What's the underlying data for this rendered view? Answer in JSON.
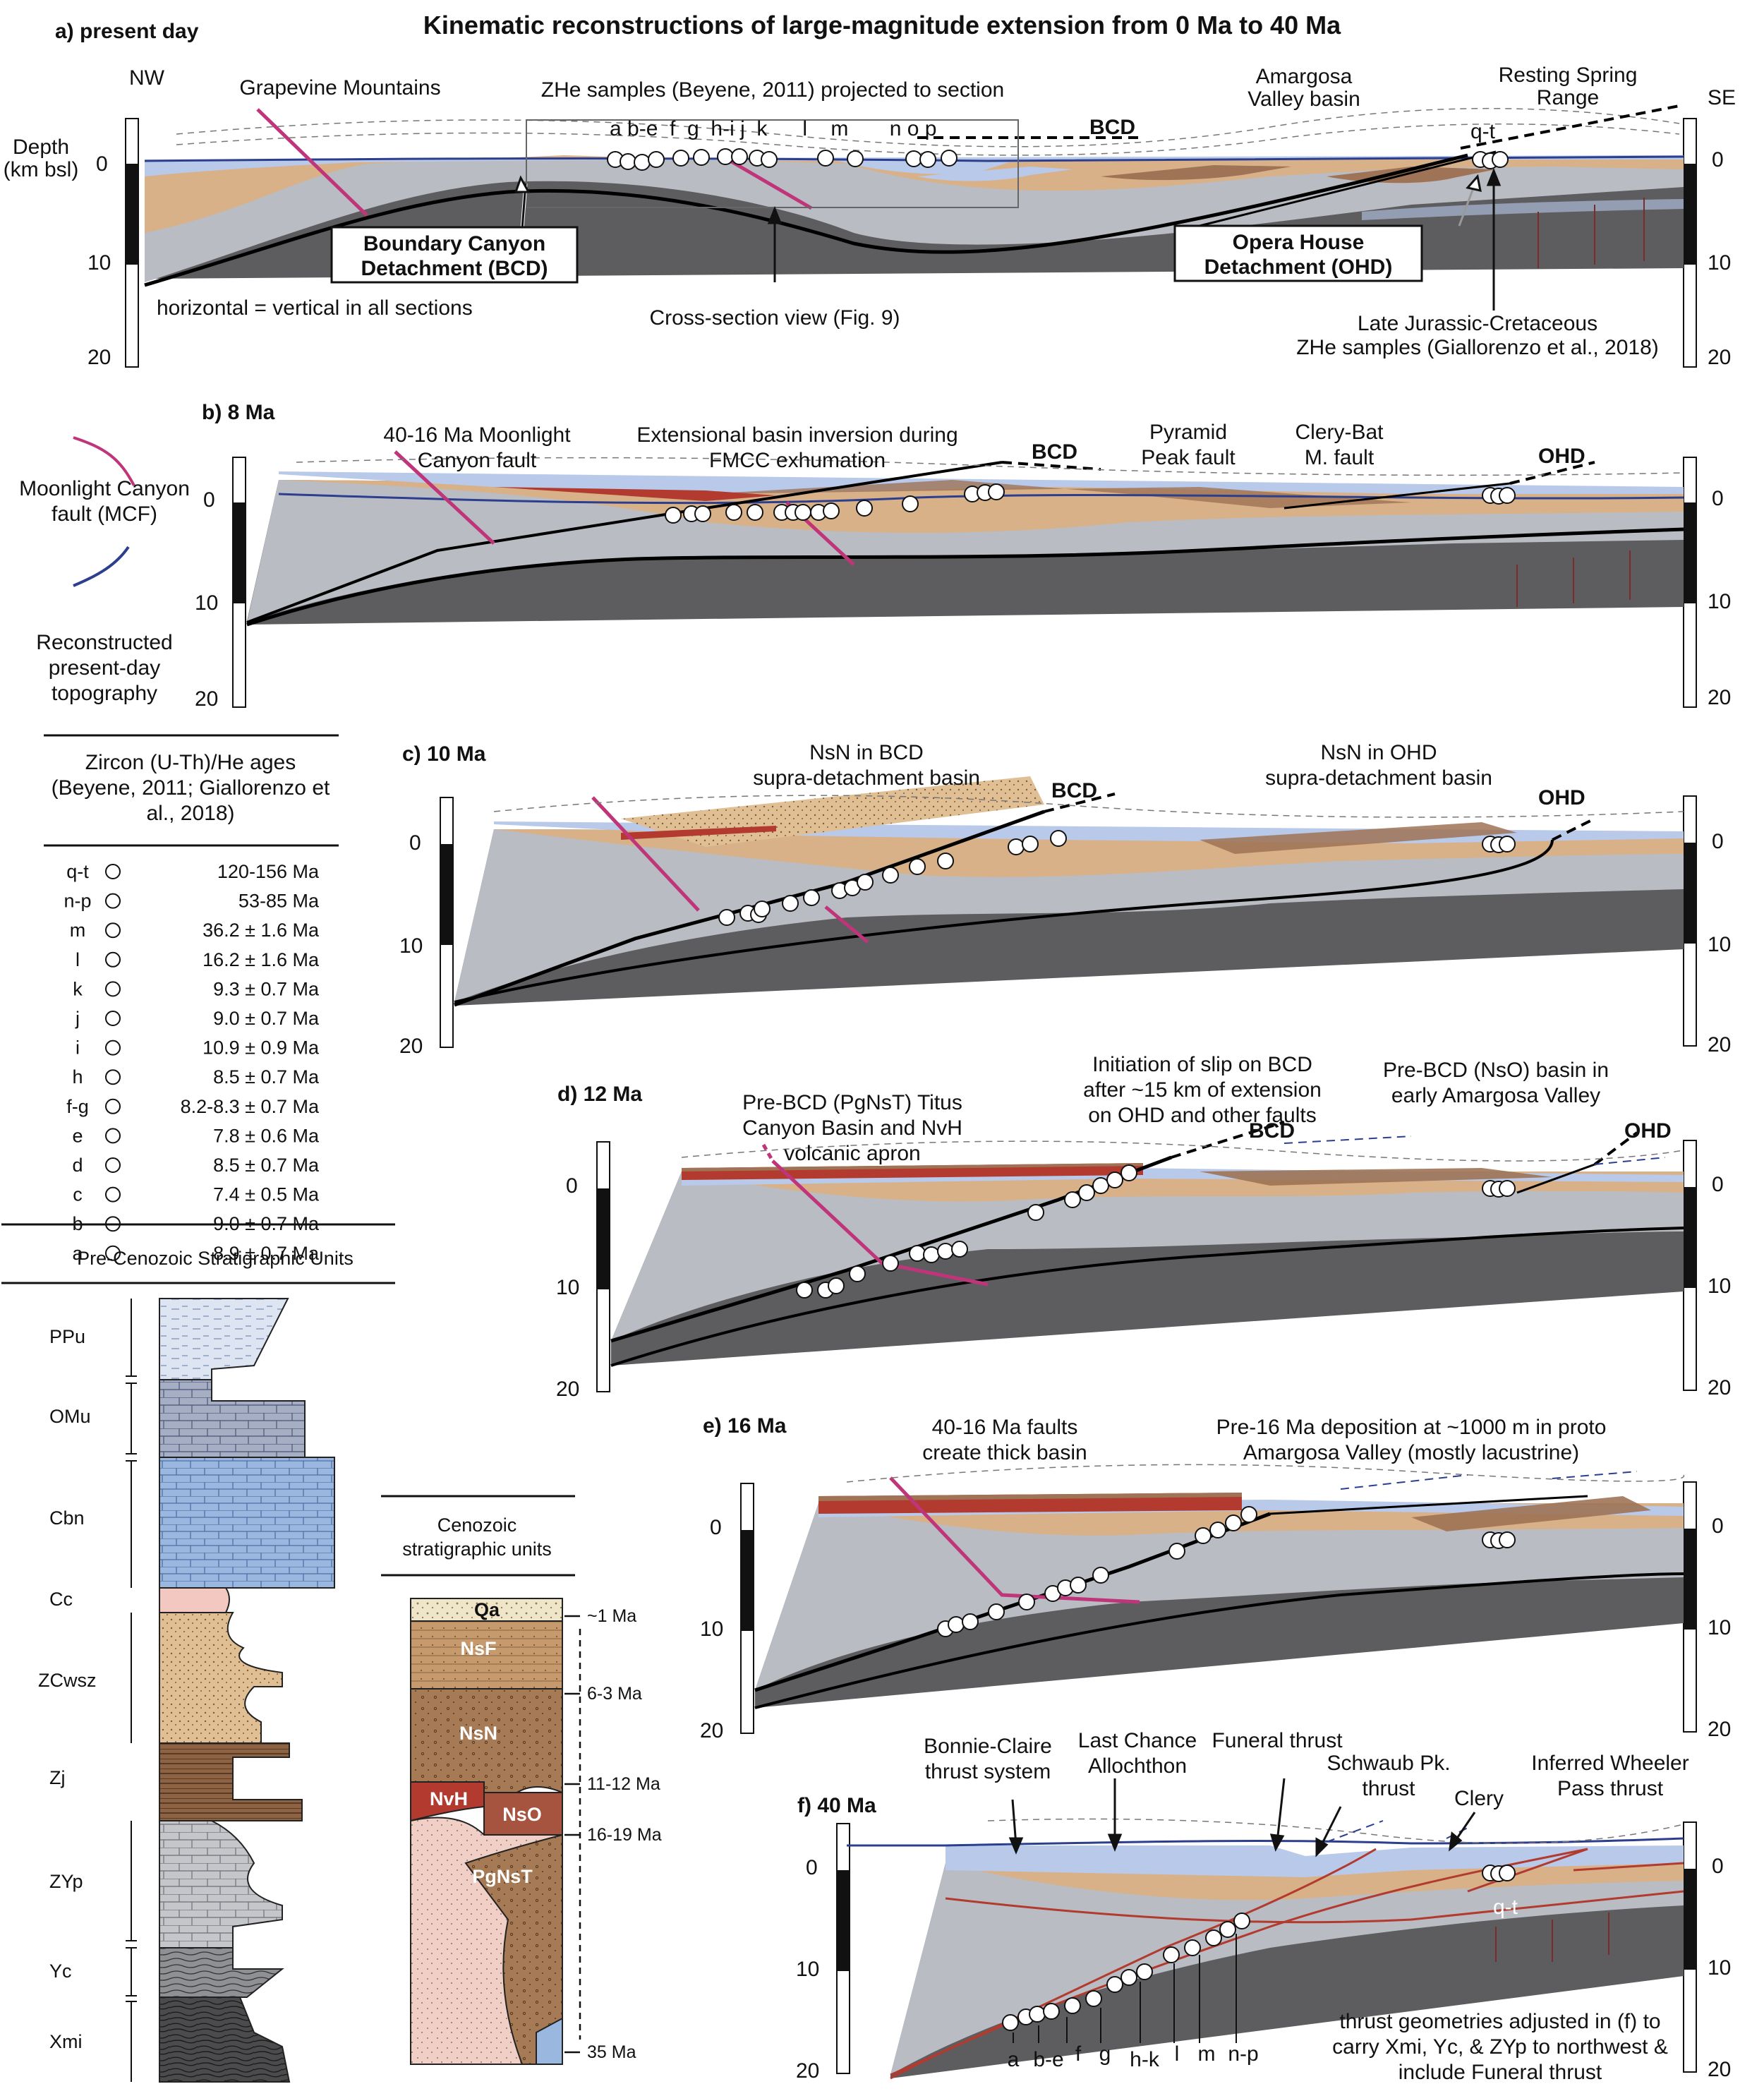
{
  "title": "Kinematic reconstructions of large-magnitude extension from 0 Ma to 40 Ma",
  "colors": {
    "basement": "#5d5d5f",
    "gray_units": "#b9bcc3",
    "tan_units": "#d8b188",
    "blue_units": "#b9c9ea",
    "brown_units": "#9f7355",
    "red_units": "#b23a2e",
    "mcf_magenta": "#c0357a",
    "topo_blue": "#2c3f8f"
  },
  "panels": {
    "a": {
      "label": "a) present day",
      "nw": "NW",
      "se": "SE",
      "depth_label_1": "Depth",
      "depth_label_2": "(km bsl)",
      "ticks": [
        "0",
        "10",
        "20"
      ],
      "grapevine": "Grapevine Mountains",
      "zhe": "ZHe samples (Beyene, 2011) projected to section",
      "sample_letters": "a b-e  f  g  h-i j  k      l    m       n o p",
      "amargosa_1": "Amargosa",
      "amargosa_2": "Valley basin",
      "resting_1": "Resting Spring",
      "resting_2": "Range",
      "qt": "q-t",
      "bcd": "BCD",
      "bcd_box_1": "Boundary Canyon",
      "bcd_box_2": "Detachment (BCD)",
      "ohd_box_1": "Opera House",
      "ohd_box_2": "Detachment (OHD)",
      "horiz": "horizontal = vertical in all sections",
      "xsec": "Cross-section view (Fig. 9)",
      "late_1": "Late Jurassic-Cretaceous",
      "late_2": "ZHe samples (Giallorenzo et al., 2018)"
    },
    "b": {
      "label": "b) 8 Ma",
      "ticks": [
        "0",
        "10",
        "20"
      ],
      "mcf_1": "40-16 Ma Moonlight",
      "mcf_2": "Canyon fault",
      "inv_1": "Extensional basin inversion during",
      "inv_2": "FMCC exhumation",
      "bcd": "BCD",
      "pyr_1": "Pyramid",
      "pyr_2": "Peak fault",
      "clery_1": "Clery-Bat",
      "clery_2": "M. fault",
      "ohd": "OHD"
    },
    "c": {
      "label": "c) 10 Ma",
      "ticks": [
        "0",
        "10",
        "20"
      ],
      "nsn_1": "NsN in BCD",
      "nsn_2": "supra-detachment basin",
      "bcd": "BCD",
      "nsn_o1": "NsN in OHD",
      "nsn_o2": "supra-detachment basin",
      "ohd": "OHD"
    },
    "d": {
      "label": "d) 12 Ma",
      "ticks": [
        "0",
        "10",
        "20"
      ],
      "pre_1": "Pre-BCD (PgNsT) Titus",
      "pre_2": "Canyon Basin and NvH",
      "pre_3": "volcanic apron",
      "init_1": "Initiation of slip on BCD",
      "init_2": "after ~15 km of extension",
      "init_3": "on OHD and other faults",
      "preo_1": "Pre-BCD (NsO) basin in",
      "preo_2": "early Amargosa Valley",
      "bcd": "BCD",
      "ohd": "OHD"
    },
    "e": {
      "label": "e) 16 Ma",
      "ticks": [
        "0",
        "10",
        "20"
      ],
      "f_1": "40-16 Ma faults",
      "f_2": "create thick basin",
      "dep_1": "Pre-16 Ma deposition at ~1000 m in proto",
      "dep_2": "Amargosa Valley (mostly lacustrine)"
    },
    "f": {
      "label": "f) 40 Ma",
      "ticks": [
        "0",
        "10",
        "20"
      ],
      "bonnie_1": "Bonnie-Claire",
      "bonnie_2": "thrust system",
      "last_1": "Last Chance",
      "last_2": "Allochthon",
      "funeral": "Funeral thrust",
      "schwaub_1": "Schwaub Pk.",
      "schwaub_2": "thrust",
      "clery": "Clery",
      "wheeler_1": "Inferred Wheeler",
      "wheeler_2": "Pass thrust",
      "qt": "q-t",
      "samples": [
        "a",
        "b-e",
        "f",
        "g",
        "h-k",
        "l",
        "m",
        "n-p"
      ],
      "note_1": "thrust geometries adjusted in (f) to",
      "note_2": "carry Xmi, Yc, & ZYp to northwest &",
      "note_3": "include Funeral thrust"
    }
  },
  "legend": {
    "mcf_1": "Moonlight Canyon",
    "mcf_2": "fault (MCF)",
    "topo_1": "Reconstructed",
    "topo_2": "present-day",
    "topo_3": "topography",
    "zircon_1": "Zircon (U-Th)/He ages",
    "zircon_2": "(Beyene, 2011; Giallorenzo et",
    "zircon_3": "al., 2018)",
    "ages": [
      {
        "code": "q-t",
        "age": "120-156 Ma"
      },
      {
        "code": "n-p",
        "age": "53-85 Ma"
      },
      {
        "code": "m",
        "age": "36.2 ± 1.6  Ma"
      },
      {
        "code": "l",
        "age": "16.2 ± 1.6  Ma"
      },
      {
        "code": "k",
        "age": "9.3 ± 0.7  Ma"
      },
      {
        "code": "j",
        "age": "9.0 ± 0.7  Ma"
      },
      {
        "code": "i",
        "age": "10.9 ± 0.9  Ma"
      },
      {
        "code": "h",
        "age": "8.5 ± 0.7  Ma"
      },
      {
        "code": "f-g",
        "age": "8.2-8.3 ± 0.7  Ma"
      },
      {
        "code": "e",
        "age": "7.8 ± 0.6  Ma"
      },
      {
        "code": "d",
        "age": "8.5 ± 0.7  Ma"
      },
      {
        "code": "c",
        "age": "7.4 ± 0.5  Ma"
      },
      {
        "code": "b",
        "age": "9.0 ± 0.7  Ma"
      },
      {
        "code": "a",
        "age": "8.9 ± 0.7  Ma"
      }
    ],
    "precenozoic_title": "Pre-Cenozoic Stratigraphic Units",
    "pre_units": [
      "PPu",
      "OMu",
      "Cbn",
      "Cc",
      "ZCwsz",
      "Zj",
      "ZYp",
      "Yc",
      "Xmi"
    ],
    "cenozoic_1": "Cenozoic",
    "cenozoic_2": "stratigraphic units",
    "ceno_units": [
      "Qa",
      "NsF",
      "NsN",
      "NvH",
      "NsO",
      "PgNsT"
    ],
    "ceno_ages": [
      "~1 Ma",
      "6-3 Ma",
      "11-12 Ma",
      "16-19 Ma",
      "35 Ma"
    ]
  }
}
